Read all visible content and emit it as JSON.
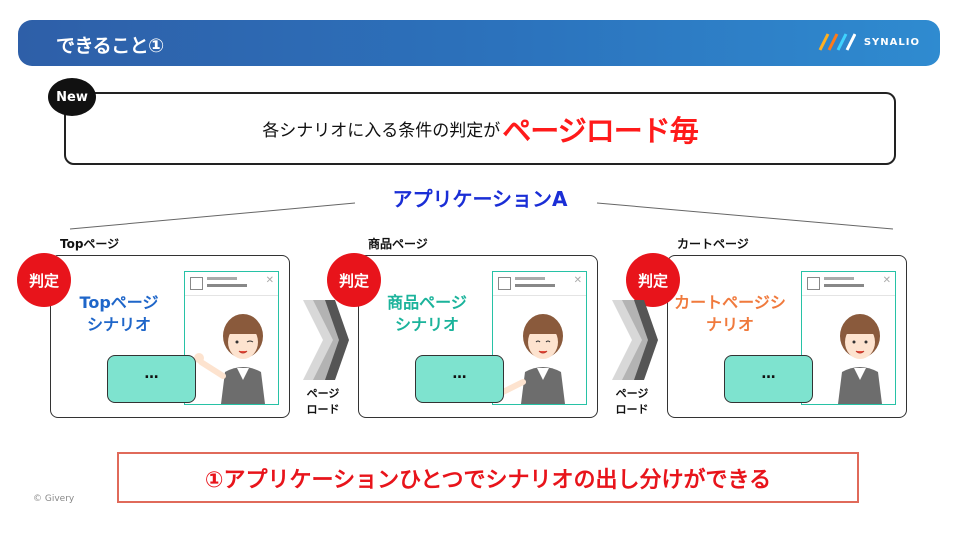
{
  "header": {
    "title": "できること①",
    "brand": "SYNALIO",
    "brand_color": "#2c6db8"
  },
  "announcement": {
    "badge": "New",
    "text": "各シナリオに入る条件の判定が",
    "highlight": "ページロード毎"
  },
  "application": {
    "title": "アプリケーションA"
  },
  "judge_label": "判定",
  "pages": [
    {
      "label": "Topページ",
      "scenario_line1": "Topページ",
      "scenario_line2": "シナリオ",
      "scenario_color": "#1f66c9",
      "bubble": "…"
    },
    {
      "label": "商品ページ",
      "scenario_line1": "商品ページ",
      "scenario_line2": "シナリオ",
      "scenario_color": "#1bb39b",
      "bubble": "…"
    },
    {
      "label": "カートページ",
      "scenario_line1": "カートページシ",
      "scenario_line2": "ナリオ",
      "scenario_color": "#f07a3d",
      "bubble": "…"
    }
  ],
  "page_load": {
    "line1": "ページ",
    "line2": "ロード"
  },
  "result": "①アプリケーションひとつでシナリオの出し分けができる",
  "copyright": "© Givery"
}
